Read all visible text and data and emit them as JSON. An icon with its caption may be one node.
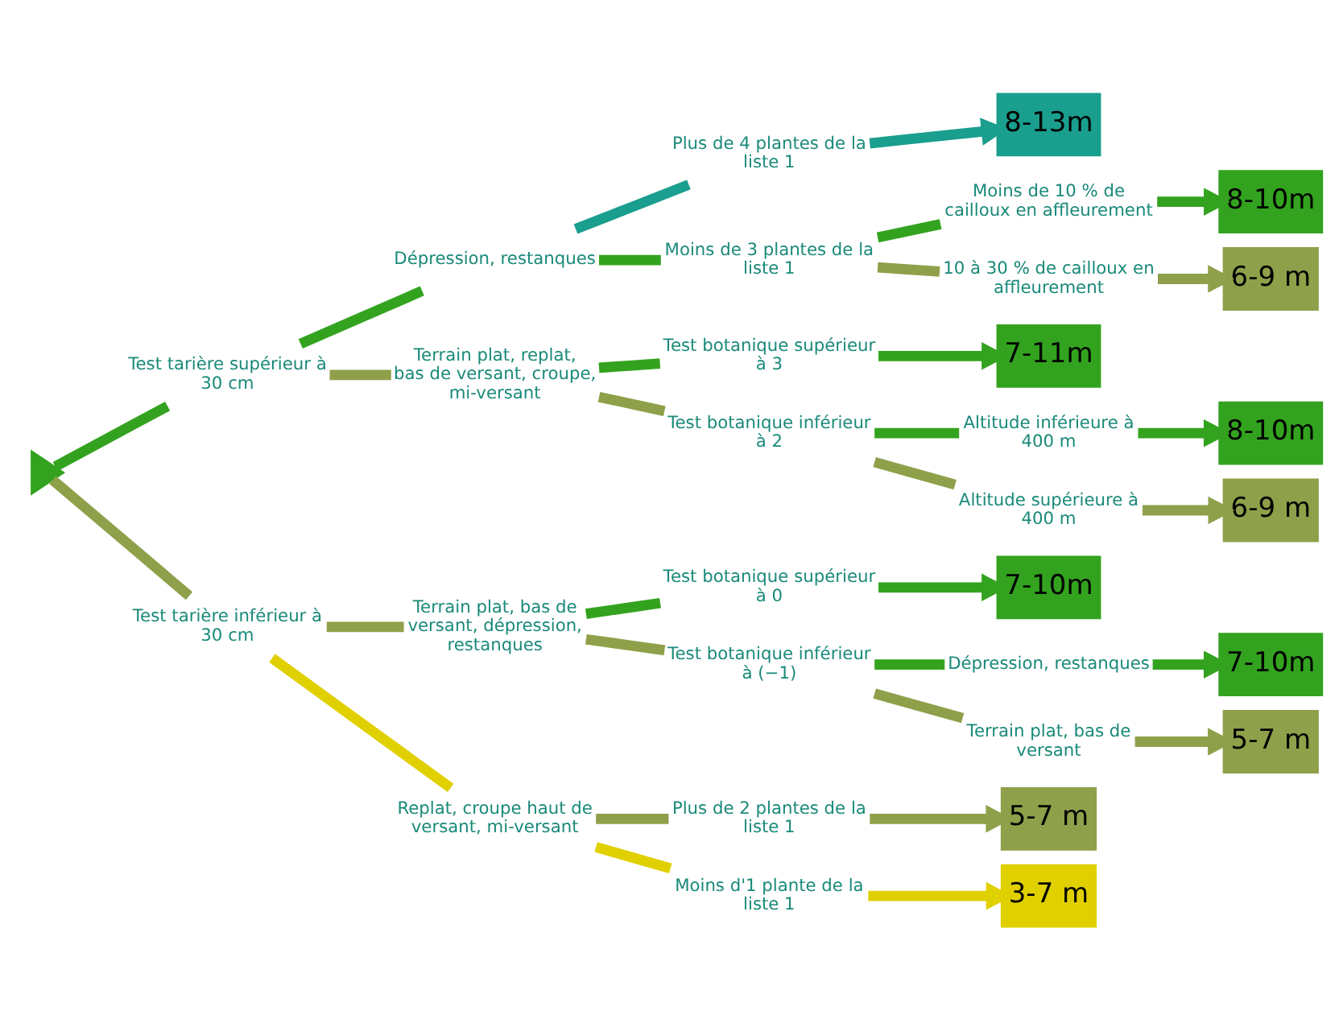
{
  "diagram": {
    "nodes": [
      {
        "text": [],
        "shape": "triangle"
      },
      {
        "text": [
          "Test tarière supérieur à 30 cm"
        ]
      },
      {
        "text": [
          "Dépression, restanques"
        ]
      },
      {
        "text": [
          "Plus de 4 plantes de la liste 1"
        ]
      },
      {
        "text": [
          "8-13m"
        ]
      },
      {
        "text": [
          "Moins de 3 plantes de la liste 1"
        ]
      },
      {
        "text": [
          "Moins de 10 % de cailloux en affleurement"
        ]
      },
      {
        "text": [
          "8-10m"
        ]
      },
      {
        "text": [
          "10 à 30 % de cailloux en affleurement"
        ]
      },
      {
        "text": [
          "6-9 m"
        ]
      },
      {
        "text": [
          "Terrain plat, replat, bas de versant, croupe, mi-versant"
        ]
      },
      {
        "text": [
          "Test botanique supérieur à 3"
        ]
      },
      {
        "text": [
          "7-11m"
        ]
      },
      {
        "text": [
          "Test botanique inférieur à 2"
        ]
      },
      {
        "text": [
          "Altitude inférieure à 400 m"
        ]
      },
      {
        "text": [
          "8-10m"
        ]
      },
      {
        "text": [
          "Altitude supérieure à 400 m"
        ]
      },
      {
        "text": [
          "6-9 m"
        ]
      },
      {
        "text": [
          "Test tarière inférieur à 30 cm"
        ]
      },
      {
        "text": [
          "Terrain plat, bas de versant, dépression, restanques"
        ]
      },
      {
        "text": [
          "Test botanique supérieur à 0"
        ]
      },
      {
        "text": [
          "7-10m"
        ]
      },
      {
        "text": [
          "Test botanique inférieur à (−1)"
        ]
      },
      {
        "text": [
          "Dépression, restanques"
        ]
      },
      {
        "text": [
          "7-10m"
        ]
      },
      {
        "text": [
          "Terrain plat, bas de versant"
        ]
      },
      {
        "text": [
          "5-7 m"
        ]
      },
      {
        "text": [
          "Replat, croupe haut de versant, mi-versant"
        ]
      },
      {
        "text": [
          "Plus de 2 plantes de la liste 1"
        ]
      },
      {
        "text": [
          "5-7 m"
        ]
      },
      {
        "text": [
          "Moins d'1 plante de la liste 1"
        ]
      },
      {
        "text": [
          "3-7 m"
        ]
      }
    ],
    "edges": [
      {
        "from": 0,
        "to": 1,
        "arrow": "none"
      },
      {
        "from": 0,
        "to": 18,
        "arrow": "none",
        "color": "#8fa04a"
      },
      {
        "from": 1,
        "to": 2,
        "arrow": "none"
      },
      {
        "from": 1,
        "to": 10,
        "arrow": "none",
        "color": "#8fa04a"
      },
      {
        "from": 2,
        "to": 3,
        "arrow": "none",
        "color": "#1a9e8e"
      },
      {
        "from": 2,
        "to": 5,
        "arrow": "none"
      },
      {
        "from": 3,
        "to": 4,
        "arrow": "to",
        "color": "#1a9e8e"
      },
      {
        "from": 5,
        "to": 6,
        "arrow": "none"
      },
      {
        "from": 5,
        "to": 8,
        "arrow": "none",
        "color": "#8fa04a"
      },
      {
        "from": 6,
        "to": 7,
        "arrow": "to"
      },
      {
        "from": 8,
        "to": 9,
        "arrow": "to",
        "color": "#8fa04a"
      },
      {
        "from": 10,
        "to": 11,
        "arrow": "none"
      },
      {
        "from": 10,
        "to": 13,
        "arrow": "none",
        "color": "#8fa04a"
      },
      {
        "from": 11,
        "to": 12,
        "arrow": "to"
      },
      {
        "from": 13,
        "to": 14,
        "arrow": "none"
      },
      {
        "from": 13,
        "to": 16,
        "arrow": "none",
        "color": "#8fa04a"
      },
      {
        "from": 14,
        "to": 15,
        "arrow": "to"
      },
      {
        "from": 16,
        "to": 17,
        "arrow": "to",
        "color": "#8fa04a"
      },
      {
        "from": 18,
        "to": 19,
        "arrow": "none",
        "color": "#8fa04a"
      },
      {
        "from": 18,
        "to": 27,
        "arrow": "none",
        "color": "#e0d000"
      },
      {
        "from": 19,
        "to": 20,
        "arrow": "none"
      },
      {
        "from": 19,
        "to": 22,
        "arrow": "none",
        "color": "#8fa04a"
      },
      {
        "from": 20,
        "to": 21,
        "arrow": "to"
      },
      {
        "from": 22,
        "to": 23,
        "arrow": "none"
      },
      {
        "from": 22,
        "to": 25,
        "arrow": "none",
        "color": "#8fa04a"
      },
      {
        "from": 23,
        "to": 24,
        "arrow": "to"
      },
      {
        "from": 25,
        "to": 26,
        "arrow": "to",
        "color": "#8fa04a"
      },
      {
        "from": 27,
        "to": 28,
        "arrow": "none",
        "color": "#8fa04a"
      },
      {
        "from": 27,
        "to": 30,
        "arrow": "none",
        "color": "#e0d000"
      },
      {
        "from": 28,
        "to": 29,
        "arrow": "to",
        "color": "#8fa04a"
      },
      {
        "from": 30,
        "to": 31,
        "arrow": "to",
        "color": "#e0d000"
      }
    ]
  }
}
